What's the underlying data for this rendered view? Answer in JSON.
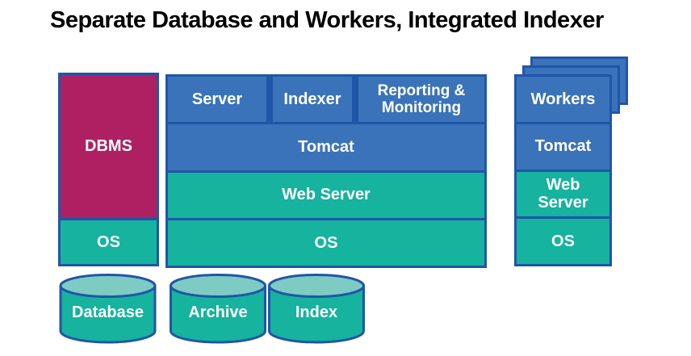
{
  "title": "Separate Database and Workers, Integrated Indexer",
  "colors": {
    "box_blue": "#3b73ba",
    "border_blue": "#2056a8",
    "teal": "#16b39e",
    "teal_light": "#7ecbc3",
    "magenta": "#ae2062",
    "label_text": "#ffffff",
    "title_text": "#000000"
  },
  "database_host": {
    "layers": [
      {
        "label": "DBMS"
      },
      {
        "label": "OS"
      }
    ],
    "cylinder": {
      "label": "Database"
    }
  },
  "app_host": {
    "top_row": [
      {
        "label": "Server"
      },
      {
        "label": "Indexer"
      },
      {
        "label": "Reporting & Monitoring"
      }
    ],
    "layers": [
      {
        "label": "Tomcat"
      },
      {
        "label": "Web Server"
      },
      {
        "label": "OS"
      }
    ],
    "cylinders": [
      {
        "label": "Archive"
      },
      {
        "label": "Index"
      }
    ]
  },
  "workers_host": {
    "stacked_sheets": 2,
    "layers": [
      {
        "label": "Workers"
      },
      {
        "label": "Tomcat"
      },
      {
        "label": "Web Server"
      },
      {
        "label": "OS"
      }
    ]
  }
}
